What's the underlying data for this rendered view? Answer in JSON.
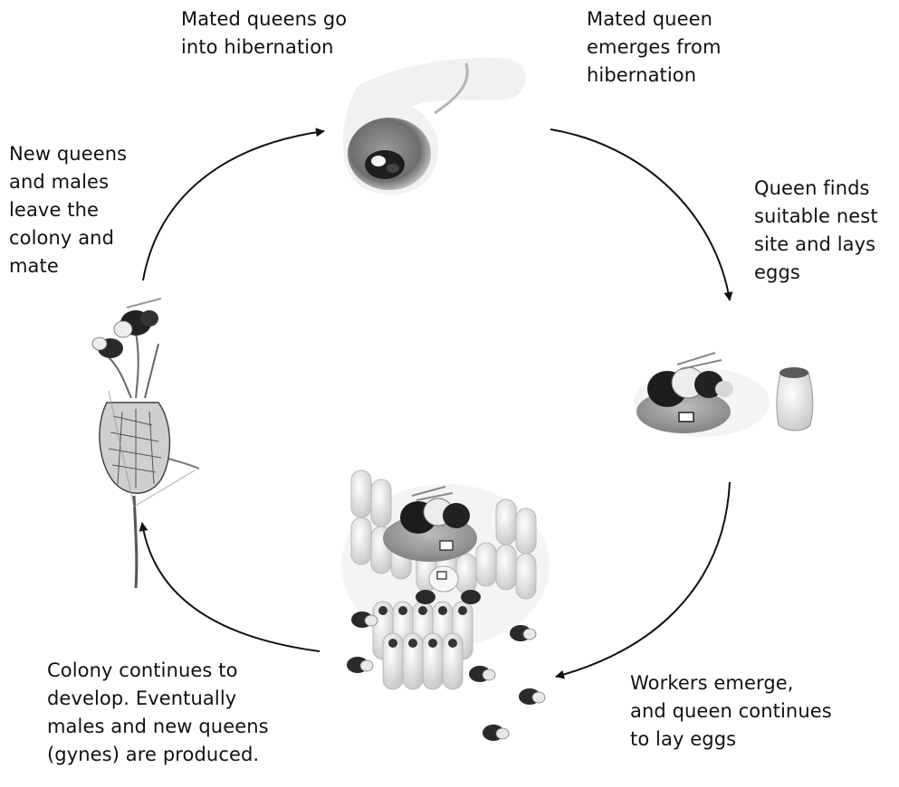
{
  "diagram": {
    "stages": [
      {
        "id": "hibernation",
        "text": "Mated queens go\ninto hibernation"
      },
      {
        "id": "emerge",
        "text": "Mated queen\nemerges from\nhibernation"
      },
      {
        "id": "nest",
        "text": "Queen finds\nsuitable nest\nsite and lays\neggs"
      },
      {
        "id": "workers",
        "text": "Workers emerge,\nand queen continues\nto lay eggs"
      },
      {
        "id": "colony",
        "text": "Colony continues to\ndevelop. Eventually\nmales and new queens\n(gynes) are produced."
      },
      {
        "id": "mate",
        "text": "New queens\nand males\nleave the\ncolony and\nmate"
      }
    ],
    "colors": {
      "ink": "#1a1a1a",
      "arrow": "#111111",
      "comb": "#e4e4e4",
      "soil": "#8a8a8a"
    }
  }
}
